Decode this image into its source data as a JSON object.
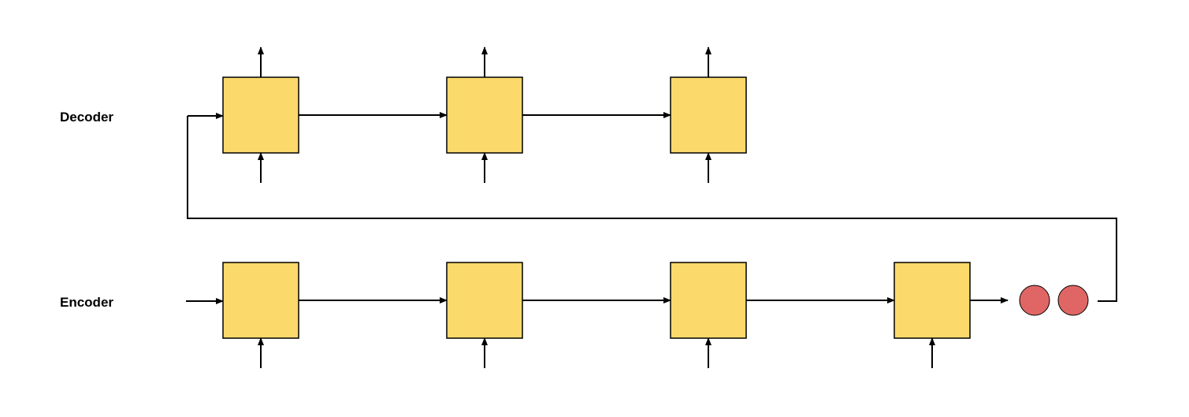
{
  "decoder": {
    "label": "Decoder",
    "cell_count": 3
  },
  "encoder": {
    "label": "Encoder",
    "cell_count": 4
  },
  "context_dots": 2,
  "colors": {
    "cell_fill": "#FCD96B",
    "dot_fill": "#E06666",
    "line": "#000000"
  }
}
